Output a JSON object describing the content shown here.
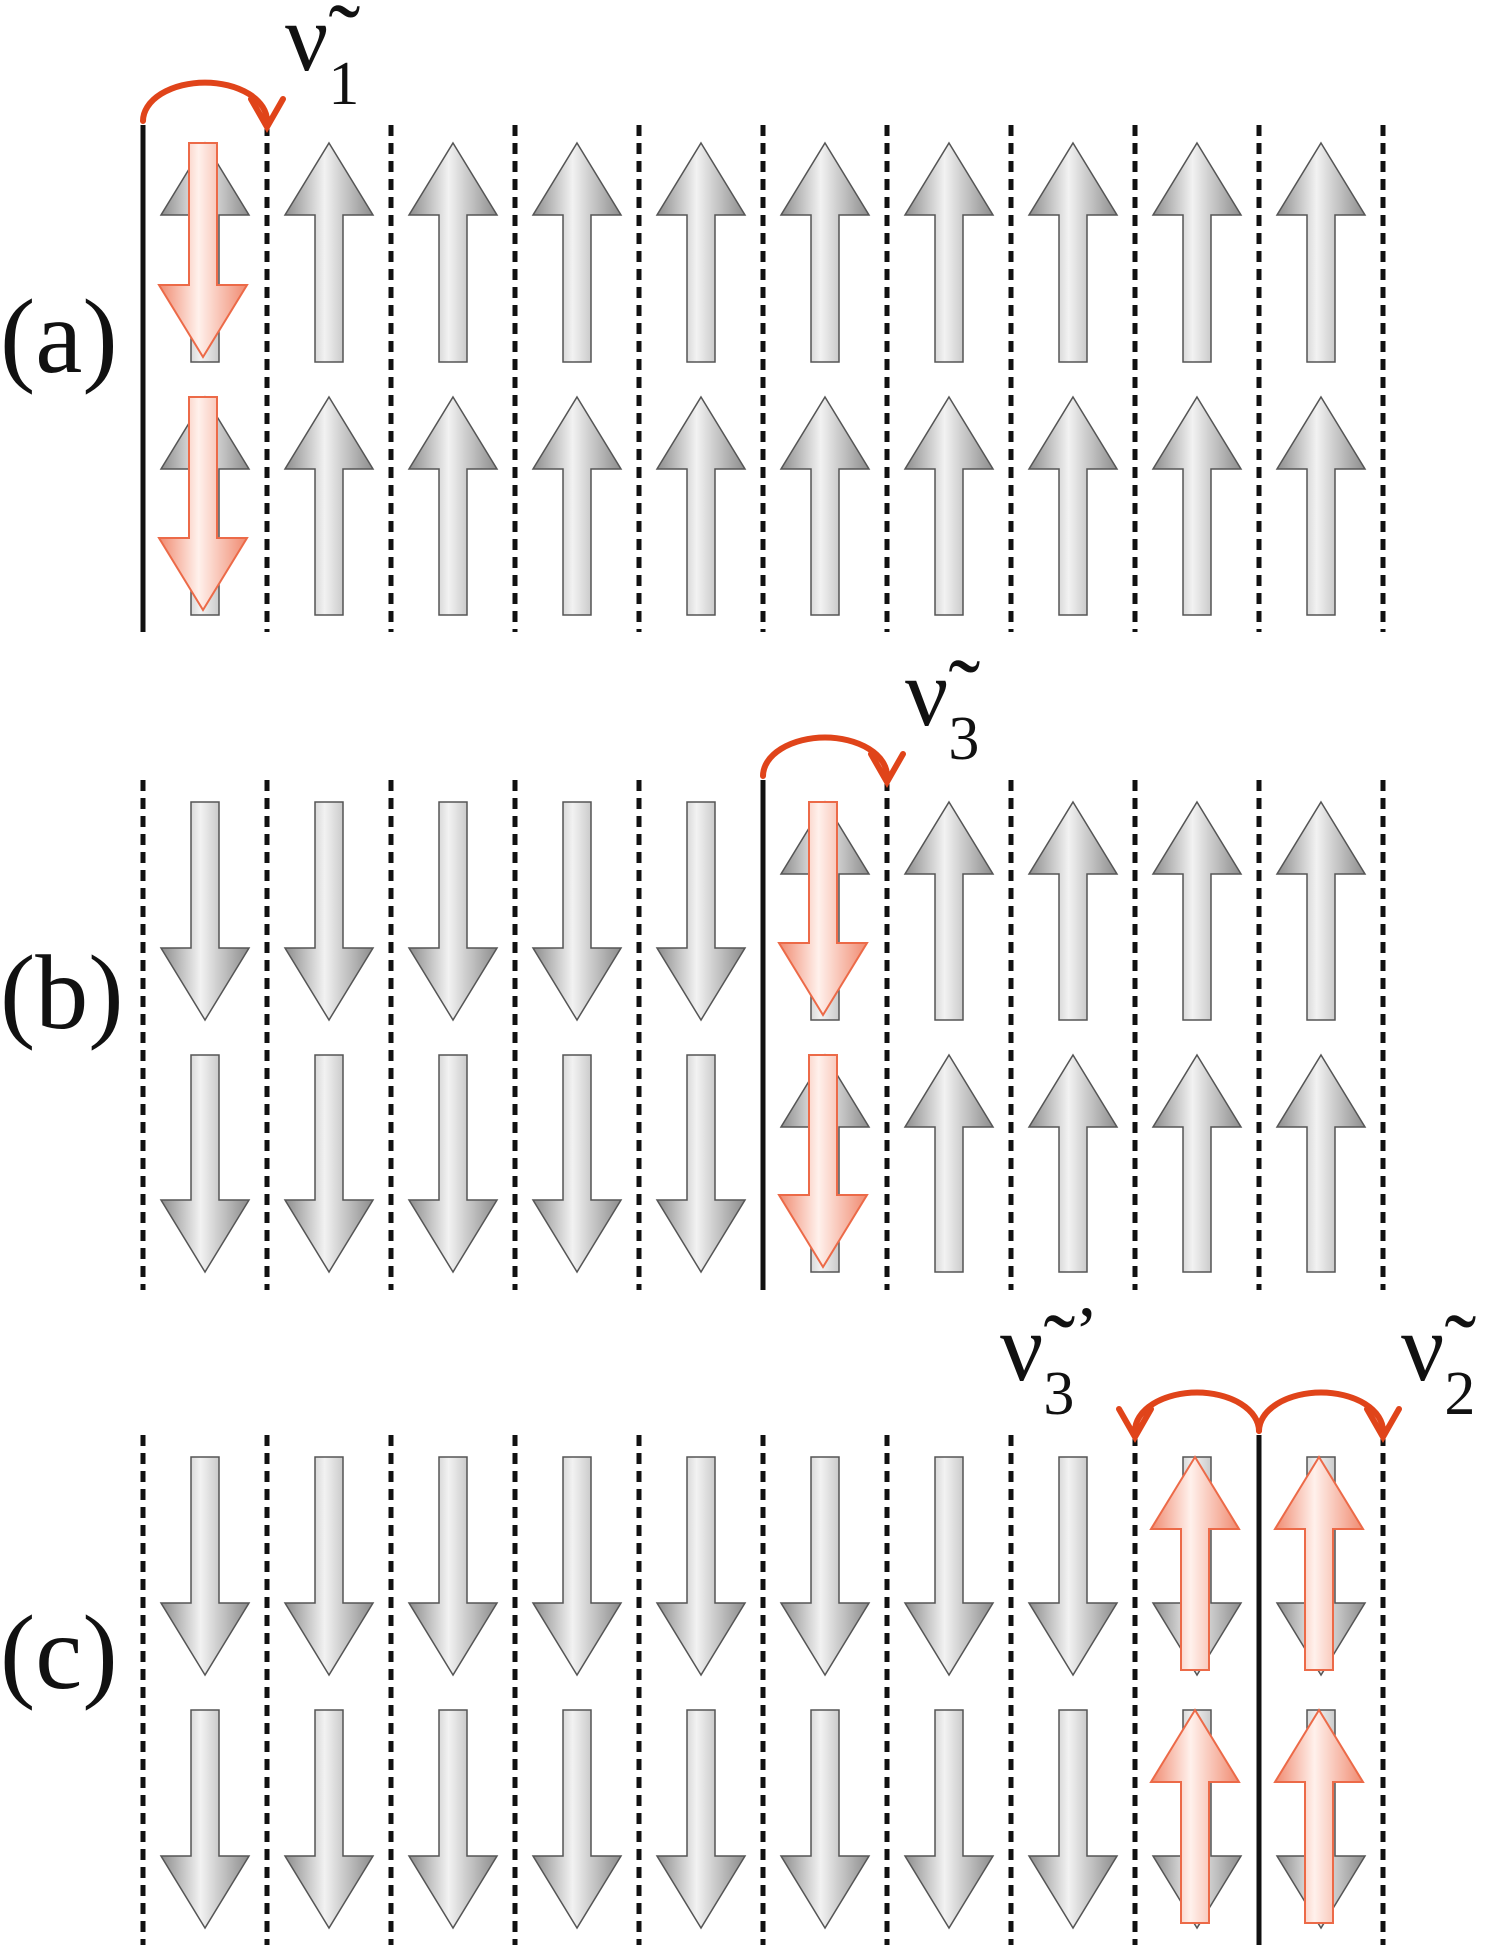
{
  "colors": {
    "background": "#ffffff",
    "line": "#111111",
    "hop_arrow": "#e0441a",
    "spin_gray_light": "#f2f2f2",
    "spin_gray_dark": "#8c8c8c",
    "spin_flip_light": "#fff1ec",
    "spin_flip_dark": "#f08a70",
    "spin_flip_outline": "#ec6a48"
  },
  "panels": [
    {
      "label": "(a)",
      "base_spins": [
        "up",
        "up",
        "up",
        "up",
        "up",
        "up",
        "up",
        "up",
        "up",
        "up"
      ],
      "flipped_sites": [
        0
      ],
      "solid_boundaries": [
        0
      ],
      "hops": [
        {
          "from_line": 0,
          "to_line": 1,
          "symbol": "ν̃",
          "subscript": "1",
          "prime": ""
        }
      ]
    },
    {
      "label": "(b)",
      "base_spins": [
        "down",
        "down",
        "down",
        "down",
        "down",
        "up",
        "up",
        "up",
        "up",
        "up"
      ],
      "flipped_sites": [
        5
      ],
      "solid_boundaries": [
        5
      ],
      "hops": [
        {
          "from_line": 5,
          "to_line": 6,
          "symbol": "ν̃",
          "subscript": "3",
          "prime": ""
        }
      ]
    },
    {
      "label": "(c)",
      "base_spins": [
        "down",
        "down",
        "down",
        "down",
        "down",
        "down",
        "down",
        "down",
        "down",
        "down"
      ],
      "flipped_sites": [
        8,
        9
      ],
      "solid_boundaries": [
        9
      ],
      "hops": [
        {
          "from_line": 9,
          "to_line": 8,
          "symbol": "ν̃",
          "subscript": "3",
          "prime": "’"
        },
        {
          "from_line": 9,
          "to_line": 10,
          "symbol": "ν̃",
          "subscript": "2",
          "prime": ""
        }
      ]
    }
  ]
}
